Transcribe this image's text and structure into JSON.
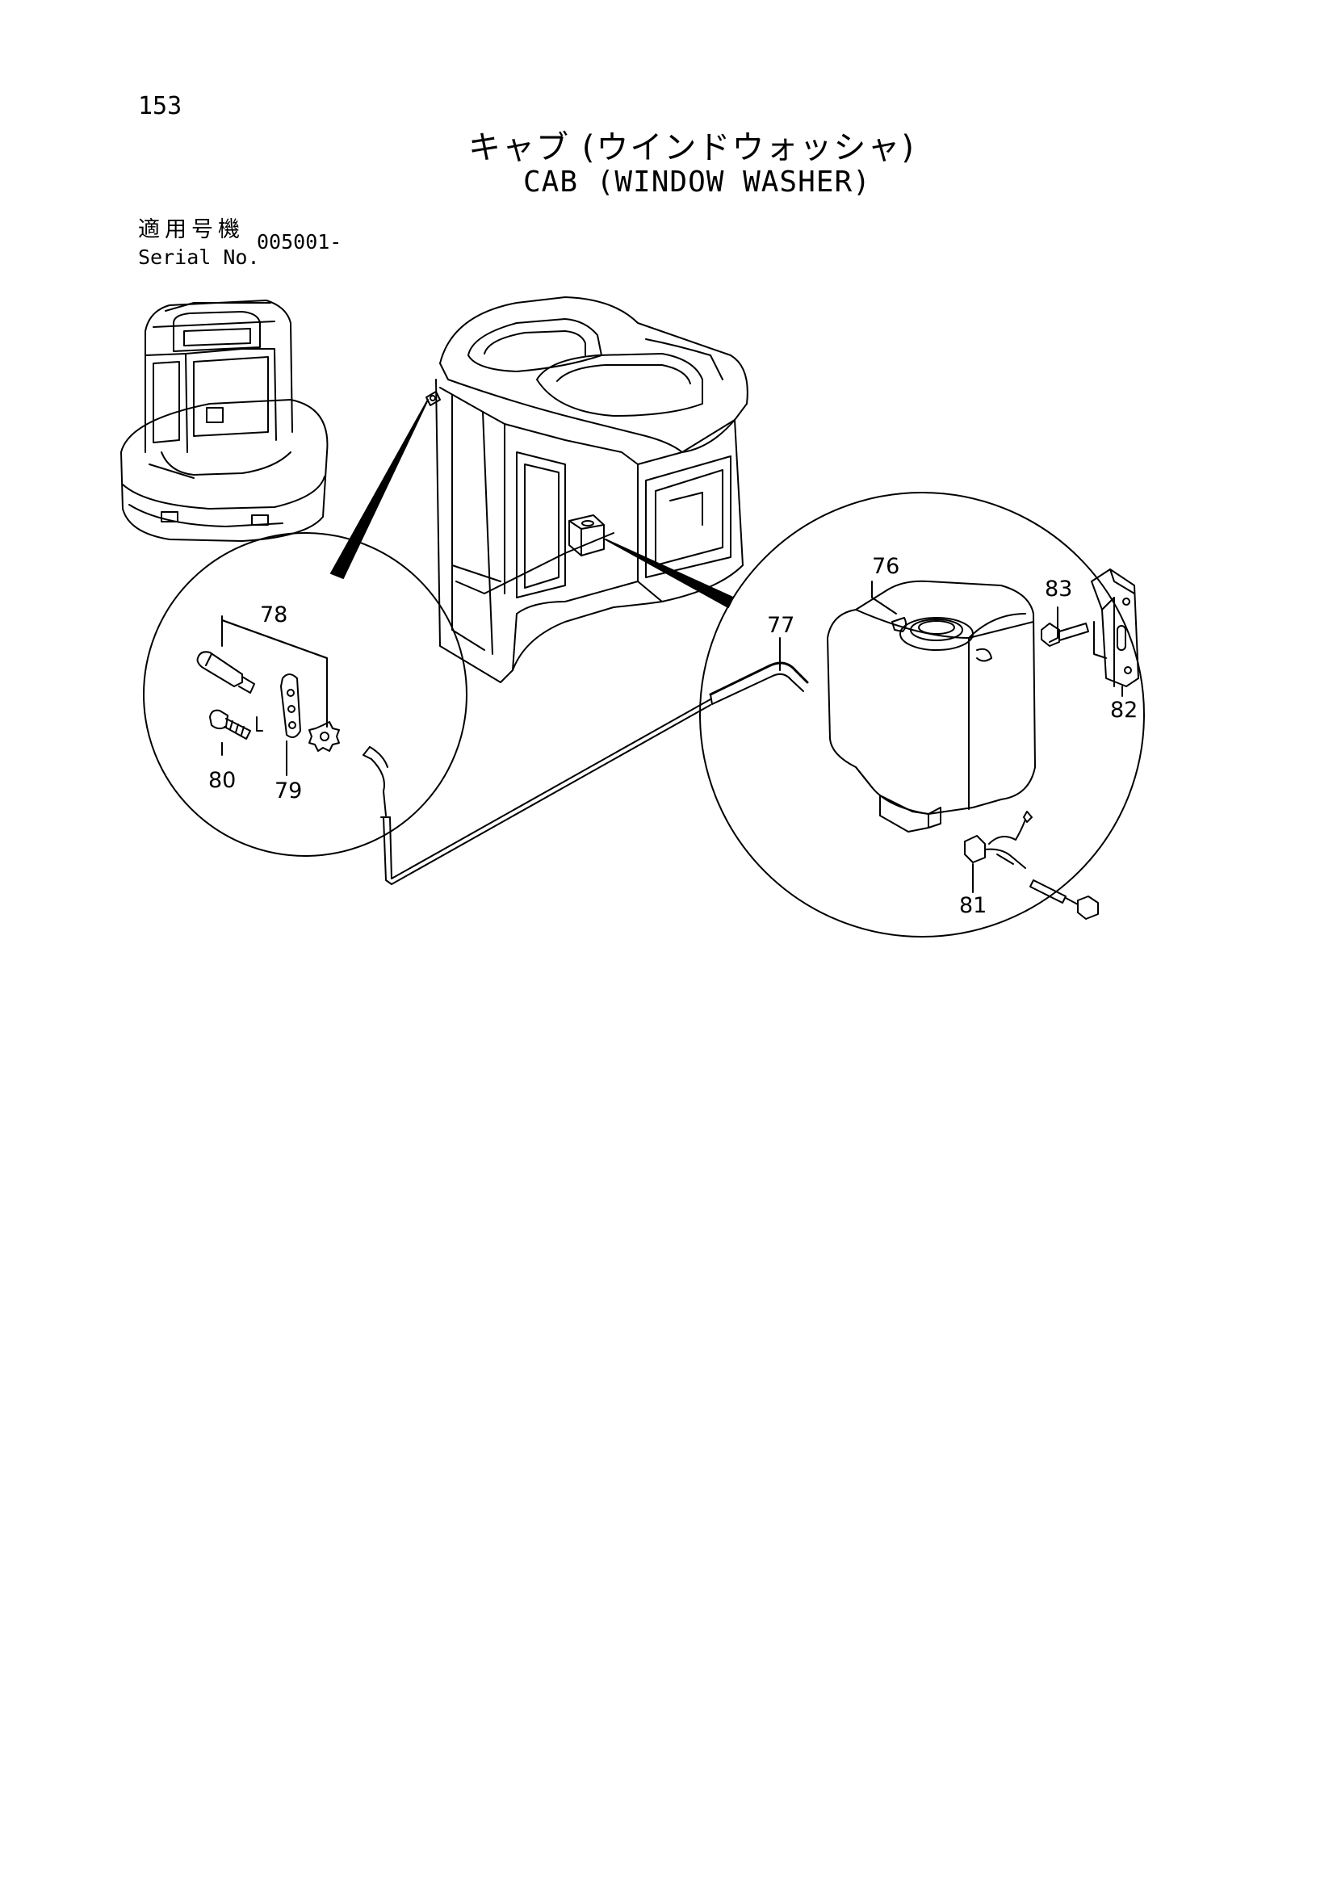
{
  "page_number": "153",
  "title_jp": "キャブ (ウインドウォッシャ)",
  "title_en": "CAB (WINDOW WASHER)",
  "serial": {
    "label_jp": "適用号機",
    "label_en": "Serial No.",
    "value": "005001-"
  },
  "callouts": {
    "p76": "76",
    "p77": "77",
    "p78": "78",
    "p79": "79",
    "p80": "80",
    "p81": "81",
    "p82": "82",
    "p83": "83"
  }
}
